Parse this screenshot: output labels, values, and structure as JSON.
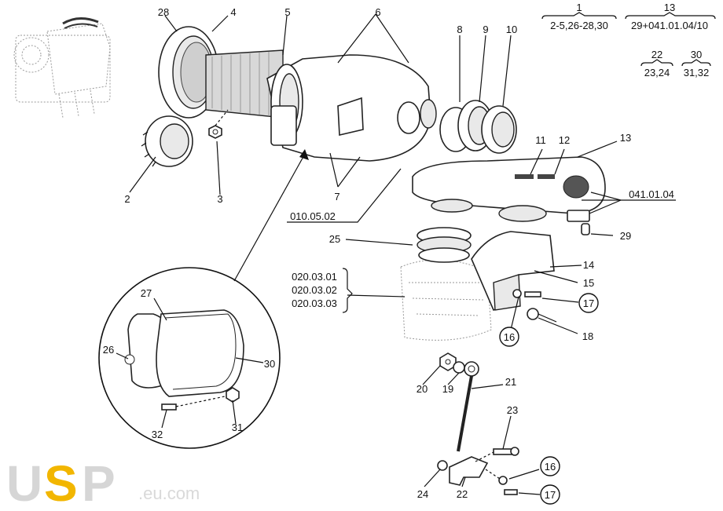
{
  "callouts": {
    "c1": "1",
    "c1_sub": "2-5,26-28,30",
    "c13": "13",
    "c13_sub": "29+041.01.04/10",
    "c22": "22",
    "c22_sub": "23,24",
    "c30": "30",
    "c30_sub": "31,32",
    "n28": "28",
    "n4": "4",
    "n5": "5",
    "n6": "6",
    "n8": "8",
    "n9": "9",
    "n10": "10",
    "n11": "11",
    "n12": "12",
    "n13": "13",
    "n2": "2",
    "n3": "3",
    "n7": "7",
    "ref_010": "010.05.02",
    "ref_041": "041.01.04",
    "n25": "25",
    "n29": "29",
    "n14": "14",
    "n15": "15",
    "ref_020a": "020.03.01",
    "ref_020b": "020.03.02",
    "ref_020c": "020.03.03",
    "n17a": "17",
    "n16a": "16",
    "n18": "18",
    "n27": "27",
    "n26": "26",
    "n30": "30",
    "n32": "32",
    "n31": "31",
    "n20": "20",
    "n19": "19",
    "n21": "21",
    "n23": "23",
    "n16b": "16",
    "n17b": "17",
    "n24": "24",
    "n22": "22"
  },
  "logo": {
    "u": "U",
    "s": "S",
    "p": "P",
    "domain": ".eu.com"
  },
  "colors": {
    "logo_gray": "#d6d6d6",
    "logo_yellow": "#f2b600",
    "line": "#111111"
  }
}
